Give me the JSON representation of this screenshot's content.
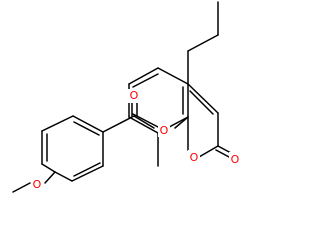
{
  "molecule": {
    "colors": {
      "bond": "#000000",
      "oxygen": "#ff0000"
    },
    "atoms": [
      {
        "id": "o_methoxy",
        "label": "O",
        "element": "O"
      },
      {
        "id": "o_carbonyl_ester",
        "label": "O",
        "element": "O"
      },
      {
        "id": "o_ester",
        "label": "O",
        "element": "O"
      },
      {
        "id": "o_ring",
        "label": "O",
        "element": "O"
      },
      {
        "id": "o_lactone",
        "label": "O",
        "element": "O"
      }
    ]
  }
}
